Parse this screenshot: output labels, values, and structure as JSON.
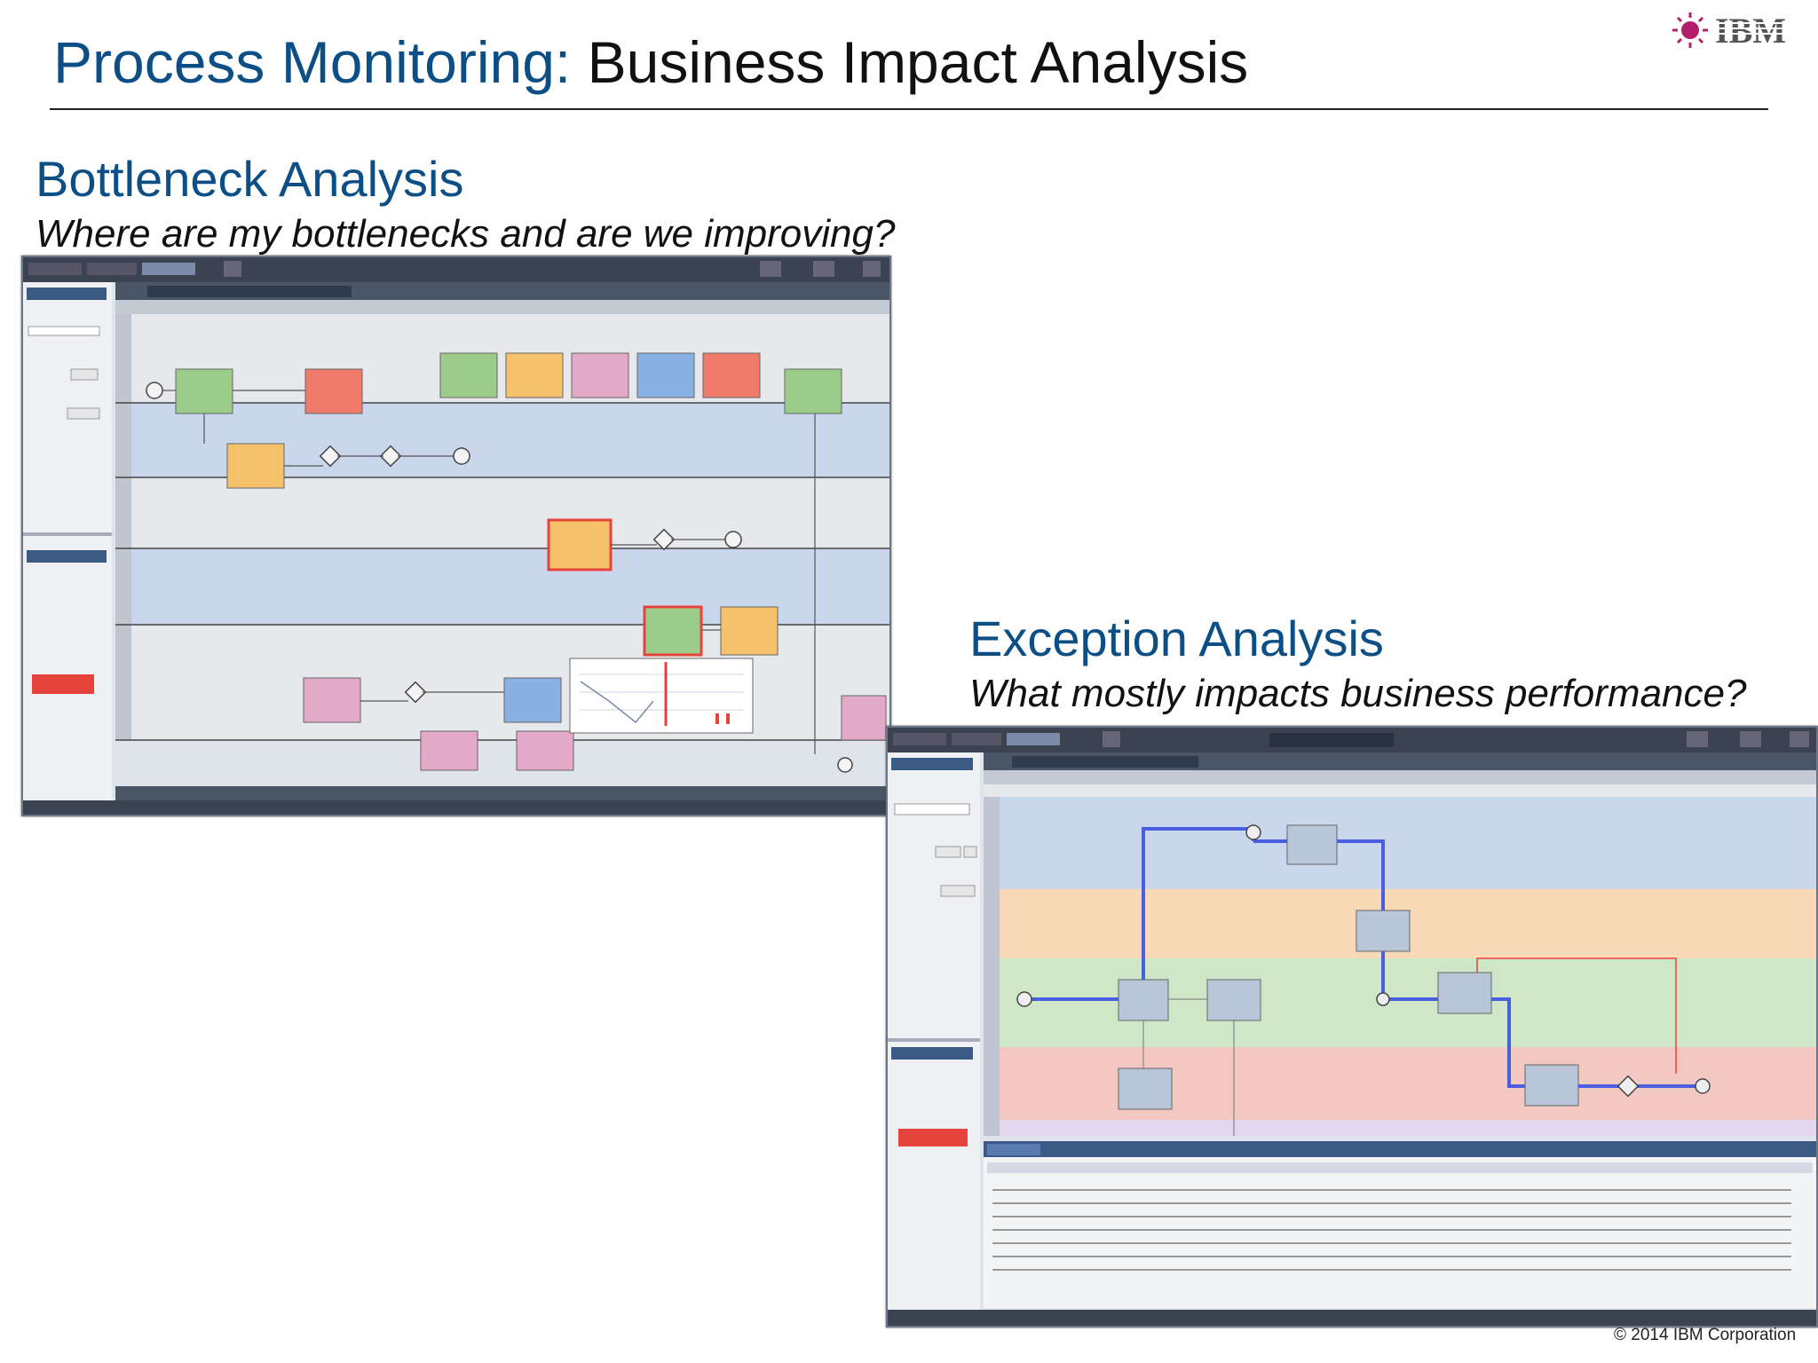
{
  "slide": {
    "title_part1": "Process Monitoring:",
    "title_part2": "Business Impact Analysis",
    "logo_text": "IBM",
    "copyright": "© 2014 IBM Corporation"
  },
  "bottleneck": {
    "heading": "Bottleneck Analysis",
    "question": "Where are my bottlenecks and are we improving?"
  },
  "exception": {
    "heading": "Exception Analysis",
    "question": "What mostly impacts business performance?"
  },
  "colors": {
    "title_blue": "#0b4f86",
    "lane_blue": "#c9d6ec",
    "lane_orange": "#f7d9b8",
    "lane_green": "#cfe6c7",
    "lane_red": "#f3c7c2",
    "path_blue": "#4a5ee0",
    "heat_red": "#e8433a"
  }
}
